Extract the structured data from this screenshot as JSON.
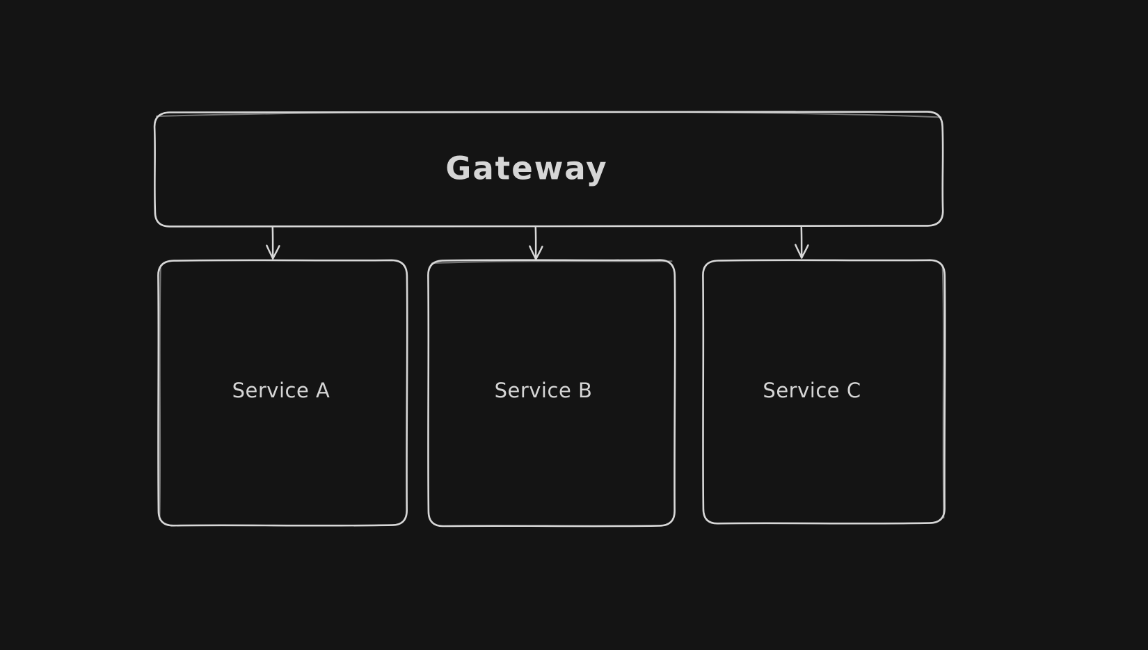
{
  "diagram": {
    "type": "flowchart",
    "style": "hand-drawn",
    "background_color": "#141414",
    "stroke_color": "#d8d8d8",
    "text_color": "#d6d6d6",
    "nodes": [
      {
        "id": "gateway",
        "label": "Gateway",
        "shape": "rounded-rectangle",
        "row": "top"
      },
      {
        "id": "service-a",
        "label": "Service A",
        "shape": "rounded-rectangle",
        "row": "bottom"
      },
      {
        "id": "service-b",
        "label": "Service B",
        "shape": "rounded-rectangle",
        "row": "bottom"
      },
      {
        "id": "service-c",
        "label": "Service C",
        "shape": "rounded-rectangle",
        "row": "bottom"
      }
    ],
    "edges": [
      {
        "from": "gateway",
        "to": "service-a",
        "type": "arrow",
        "direction": "down"
      },
      {
        "from": "gateway",
        "to": "service-b",
        "type": "arrow",
        "direction": "down"
      },
      {
        "from": "gateway",
        "to": "service-c",
        "type": "arrow",
        "direction": "down"
      }
    ]
  }
}
